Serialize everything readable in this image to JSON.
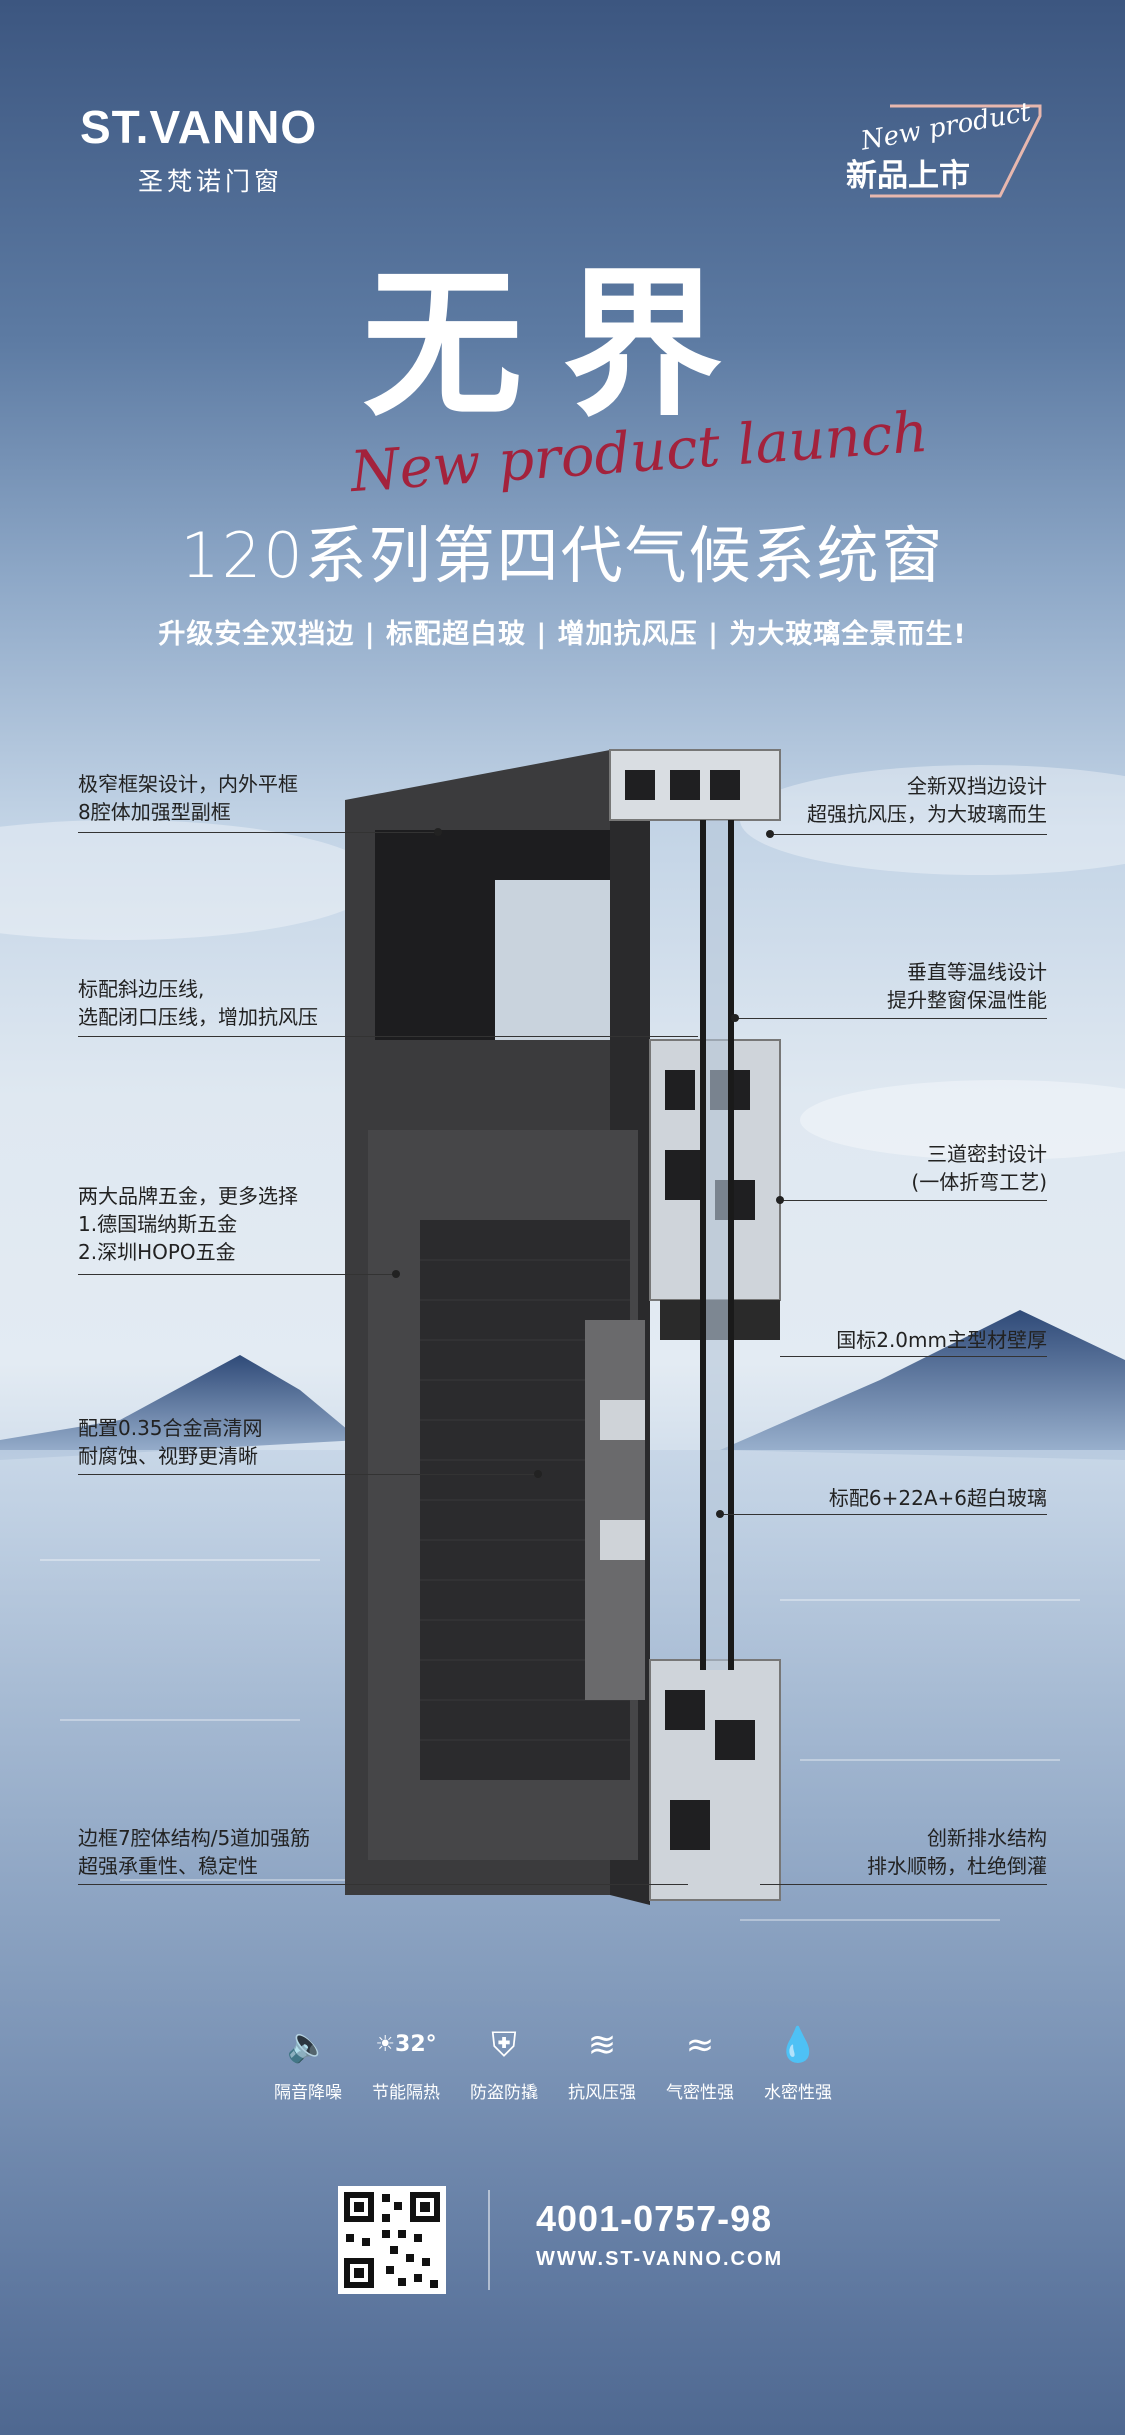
{
  "header": {
    "brand": "ST.VANNO",
    "brand_sub": "圣梵诺门窗",
    "badge_script": "New product",
    "badge_cn": "新品上市"
  },
  "hero": {
    "title": "无界",
    "script": "New product launch",
    "subtitle": "120系列第四代气候系统窗",
    "slogan": "升级安全双挡边 | 标配超白玻 | 增加抗风压 | 为大玻璃全景而生!"
  },
  "annotations": {
    "frame": [
      "极窄框架设计，内外平框",
      "8腔体加强型副框"
    ],
    "bevel": [
      "标配斜边压线,",
      "选配闭口压线，增加抗风压"
    ],
    "hardware": [
      "两大品牌五金，更多选择",
      "1.德国瑞纳斯五金",
      "2.深圳HOPO五金"
    ],
    "screen": [
      "配置0.35合金高清网",
      "耐腐蚀、视野更清晰"
    ],
    "profile": [
      "边框7腔体结构/5道加强筋",
      "超强承重性、稳定性"
    ],
    "double_edge": [
      "全新双挡边设计",
      "超强抗风压，为大玻璃而生"
    ],
    "isotherm": [
      "垂直等温线设计",
      "提升整窗保温性能"
    ],
    "seal": [
      "三道密封设计",
      "(一体折弯工艺)"
    ],
    "wall": [
      "国标2.0mm主型材壁厚"
    ],
    "glass": [
      "标配6+22A+6超白玻璃"
    ],
    "drain": [
      "创新排水结构",
      "排水顺畅，杜绝倒灌"
    ]
  },
  "features": [
    {
      "icon": "speaker-mute-icon",
      "label": "隔音降噪"
    },
    {
      "icon": "sun-temperature-icon",
      "label": "节能隔热",
      "badge": "32°"
    },
    {
      "icon": "shield-check-icon",
      "label": "防盗防撬"
    },
    {
      "icon": "tornado-icon",
      "label": "抗风压强"
    },
    {
      "icon": "wind-icon",
      "label": "气密性强"
    },
    {
      "icon": "water-drop-icon",
      "label": "水密性强"
    }
  ],
  "contact": {
    "phone": "4001-0757-98",
    "url": "WWW.ST-VANNO.COM"
  },
  "colors": {
    "accent": "#a3223c",
    "frame": "#3b3b3d",
    "text_dark": "#222222"
  }
}
